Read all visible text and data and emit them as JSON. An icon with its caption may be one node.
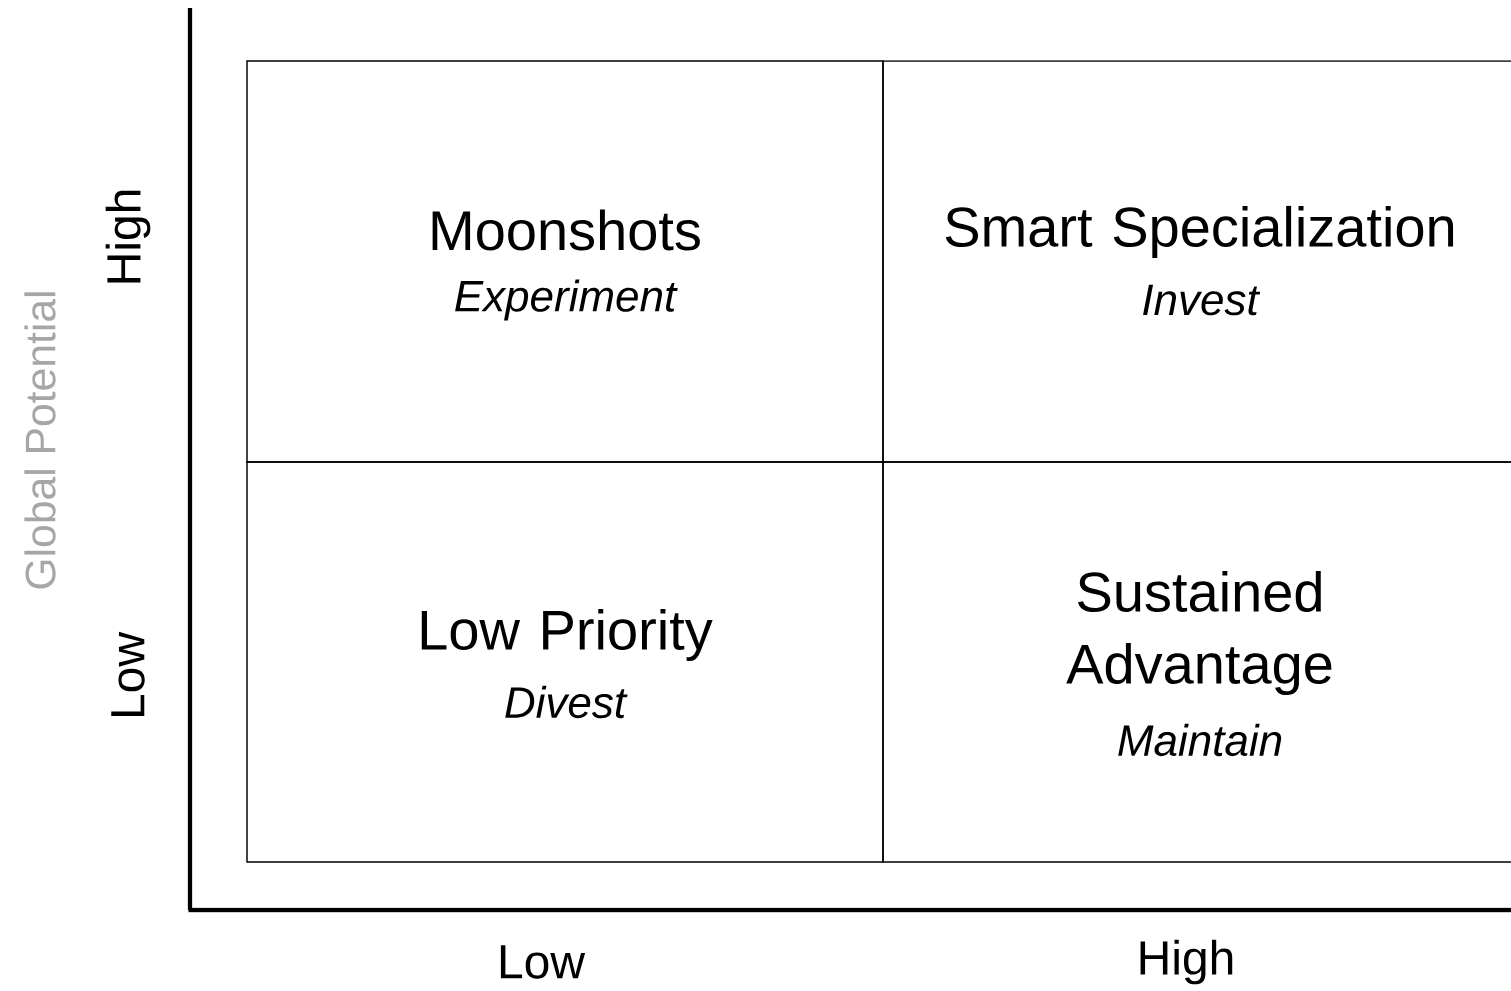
{
  "diagram": {
    "nodes": [
      {
        "text": [
          "Moonshots",
          "Experiment"
        ]
      },
      {
        "text": [
          "Smart Specialization",
          "Invest"
        ]
      },
      {
        "text": [
          "Low Priority",
          "Divest"
        ]
      },
      {
        "text": [
          "Sustained Advantage",
          "Maintain"
        ]
      }
    ],
    "labels": [
      "Global Potential",
      "High",
      "Low",
      "Low",
      "High"
    ]
  }
}
